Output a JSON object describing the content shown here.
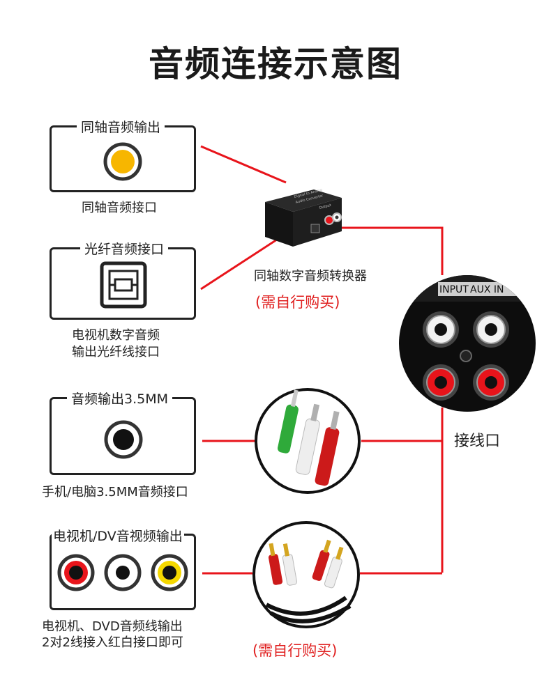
{
  "title": "音频连接示意图",
  "sources": {
    "coaxial": {
      "label": "同轴音频输出",
      "caption": "同轴音频接口"
    },
    "optical": {
      "label": "光纤音频接口",
      "caption_line1": "电视机数字音频",
      "caption_line2": "输出光纤线接口"
    },
    "aux35": {
      "label": "音频输出3.5MM",
      "caption": "手机/电脑3.5MM音频接口"
    },
    "tvdv": {
      "label": "电视机/DV音视频输出",
      "caption_line1": "电视机、DVD音频线输出",
      "caption_line2": "2对2线接入红白接口即可"
    }
  },
  "converter": {
    "label": "同轴数字音频转换器",
    "note": "(需自行购买)",
    "panel_text_1": "Digital to Analog",
    "panel_text_2": "Audio Converter",
    "port_text": "Output"
  },
  "cable_note": "(需自行购买)",
  "speaker_panel": {
    "label": "接线口",
    "panel_text_1": "INPUT",
    "panel_text_2": "AUX IN"
  },
  "colors": {
    "wire": "#e8141b",
    "jack_red": "#e8141b",
    "jack_yellow": "#f5d800",
    "coax_orange": "#f7b600"
  }
}
